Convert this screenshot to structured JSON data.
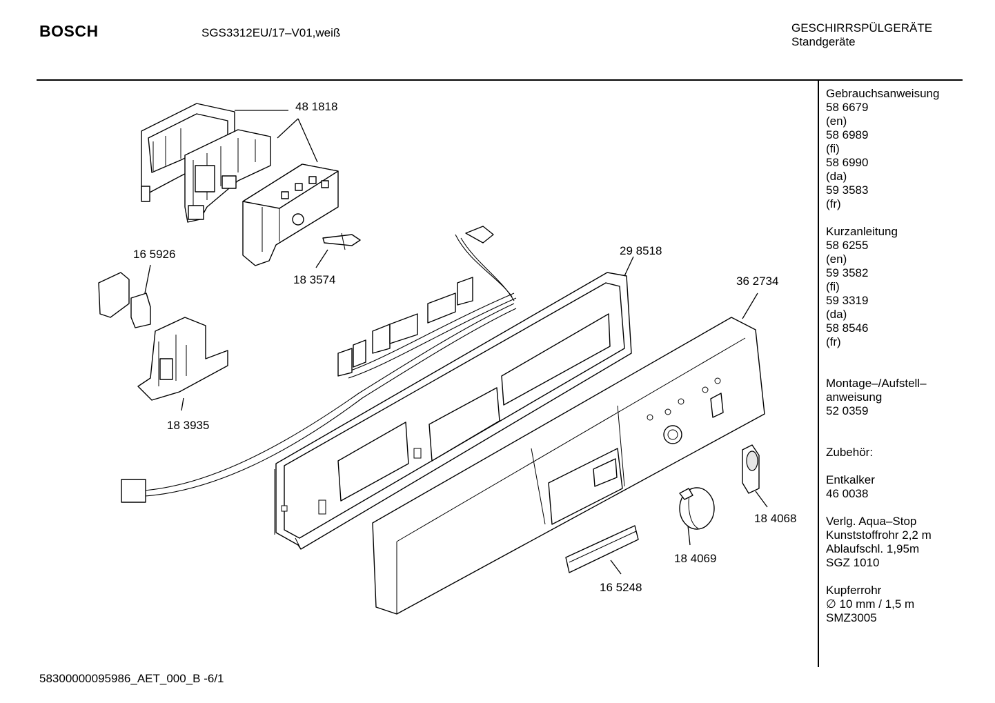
{
  "header": {
    "brand": "BOSCH",
    "model": "SGS3312EU/17–V01,weiß",
    "category_line1": "GESCHIRRSPÜLGERÄTE",
    "category_line2": "Standgeräte"
  },
  "parts": {
    "p481818": "48 1818",
    "p165926": "16 5926",
    "p183574": "18 3574",
    "p298518": "29 8518",
    "p362734": "36 2734",
    "p183935": "18 3935",
    "p184068": "18 4068",
    "p184069": "18 4069",
    "p165248": "16 5248"
  },
  "sidebar": {
    "gebrauchsanweisung": {
      "title": "Gebrauchsanweisung",
      "l1": "58 6679",
      "l2": "(en)",
      "l3": "58 6989",
      "l4": "(fi)",
      "l5": "58 6990",
      "l6": "(da)",
      "l7": "59 3583",
      "l8": "(fr)"
    },
    "kurzanleitung": {
      "title": "Kurzanleitung",
      "l1": "58 6255",
      "l2": "(en)",
      "l3": "59 3582",
      "l4": "(fi)",
      "l5": "59 3319",
      "l6": "(da)",
      "l7": "58 8546",
      "l8": "(fr)"
    },
    "montage": {
      "l1": "Montage–/Aufstell–",
      "l2": "anweisung",
      "l3": "52 0359"
    },
    "zubehoer": {
      "title": "Zubehör:"
    },
    "entkalker": {
      "l1": "Entkalker",
      "l2": "46 0038"
    },
    "aquastop": {
      "l1": "Verlg. Aqua–Stop",
      "l2": "Kunststoffrohr 2,2 m",
      "l3": "Ablaufschl. 1,95m",
      "l4": "SGZ 1010"
    },
    "kupfer": {
      "l1": "Kupferrohr",
      "l2": "∅ 10 mm / 1,5 m",
      "l3": "SMZ3005"
    }
  },
  "footer": {
    "code": "58300000095986_AET_000_B  -6/1"
  }
}
